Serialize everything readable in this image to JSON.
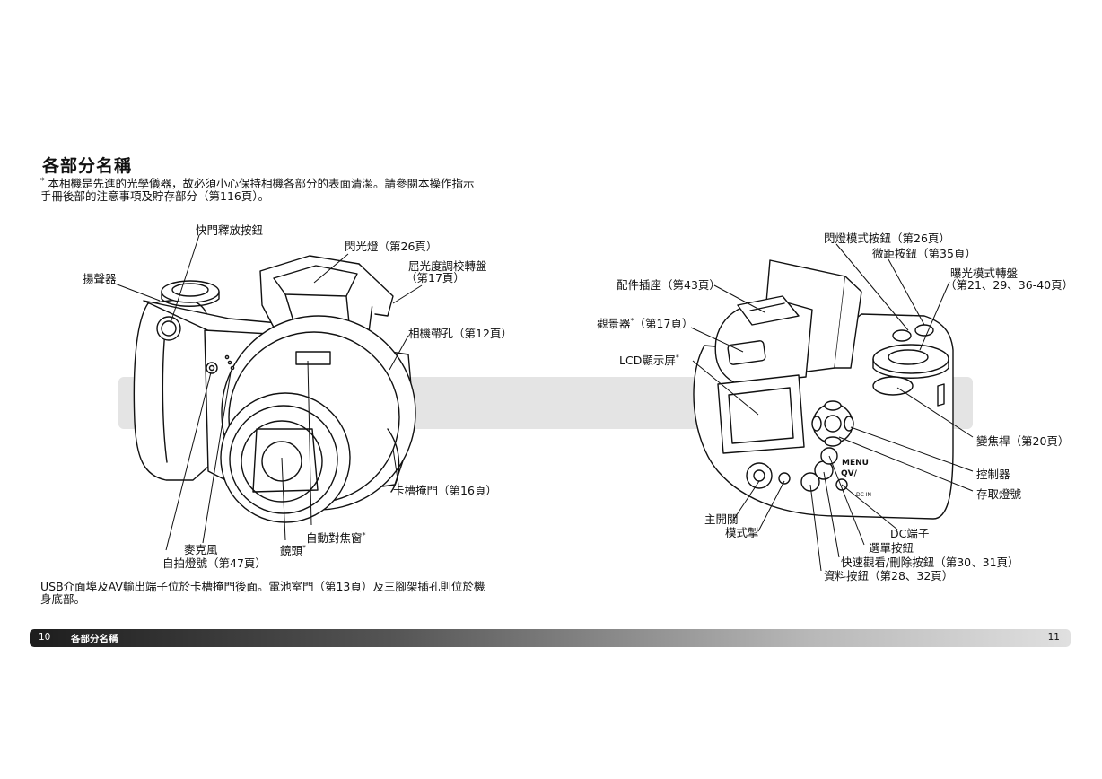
{
  "page": {
    "title": "各部分名稱",
    "intro_line1": "本相機是先進的光學儀器，故必須小心保持相機各部分的表面清潔。請參閱本操作指示",
    "intro_line2": "手冊後部的注意事項及貯存部分（第116頁）。",
    "intro_marker": "*",
    "footnote_line1": "USB介面埠及AV輸出端子位於卡槽掩門後面。電池室門（第13頁）及三腳架插孔則位於機",
    "footnote_line2": "身底部。"
  },
  "front_labels": {
    "shutter": "快門釋放按鈕",
    "speaker": "揚聲器",
    "flash": "閃光燈（第26頁）",
    "diopter_1": "屈光度調校轉盤",
    "diopter_2": "（第17頁）",
    "strap": "相機帶孔（第12頁）",
    "card_door": "卡槽掩門（第16頁）",
    "af_window": "自動對焦窗",
    "lens": "鏡頭",
    "microphone": "麥克風",
    "self_timer": "自拍燈號（第47頁）"
  },
  "back_labels": {
    "flash_mode": "閃燈模式按鈕（第26頁）",
    "macro": "微距按鈕（第35頁）",
    "exposure_1": "曝光模式轉盤",
    "exposure_2": "（第21、29、36-40頁）",
    "hot_shoe": "配件插座（第43頁）",
    "viewfinder": "觀景器",
    "viewfinder_page": "（第17頁）",
    "lcd": "LCD顯示屏",
    "zoom": "變焦桿（第20頁）",
    "controller": "控制器",
    "access_lamp": "存取燈號",
    "main_switch": "主開關",
    "mode_switch": "模式掣",
    "dc_terminal": "DC端子",
    "menu_button": "選單按鈕",
    "quickview": "快速觀看/刪除按鈕（第30、31頁）",
    "info_button": "資料按鈕（第28、32頁）"
  },
  "camera_marks": {
    "menu": "MENU",
    "qv": "QV/",
    "dc": "DC IN"
  },
  "footer": {
    "page_left": "10",
    "section": "各部分名稱",
    "page_right": "11"
  },
  "star": "*"
}
